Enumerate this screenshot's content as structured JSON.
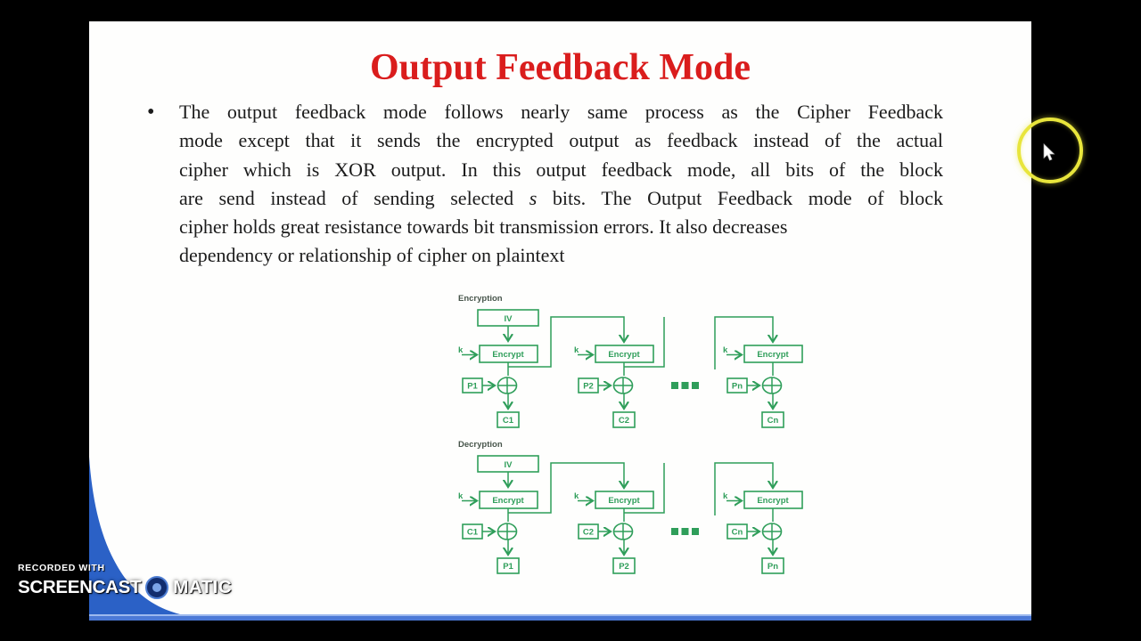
{
  "slide": {
    "title": "Output Feedback Mode",
    "bullet_glyph": "•",
    "body_lines": [
      "The output feedback mode follows nearly same process as the Cipher Feedback",
      "mode except that it sends the encrypted output as feedback instead of the actual",
      "cipher which is XOR output. In this output feedback mode, all bits of the block",
      {
        "pre": "are send instead of sending selected ",
        "italic": "s",
        "post": " bits. The Output Feedback mode of block"
      },
      "cipher holds great resistance towards bit transmission errors. It also decreases",
      "dependency or relationship of cipher on plaintext"
    ],
    "diagrams": {
      "encryption": {
        "label": "Encryption",
        "iv": "IV",
        "key": "k",
        "encrypt": "Encrypt",
        "ellipsis": "...",
        "stages": [
          {
            "input": "P1",
            "output": "C1"
          },
          {
            "input": "P2",
            "output": "C2"
          },
          {
            "input": "Pn",
            "output": "Cn"
          }
        ]
      },
      "decryption": {
        "label": "Decryption",
        "iv": "IV",
        "key": "k",
        "encrypt": "Encrypt",
        "ellipsis": "...",
        "stages": [
          {
            "input": "C1",
            "output": "P1"
          },
          {
            "input": "C2",
            "output": "P2"
          },
          {
            "input": "Cn",
            "output": "Pn"
          }
        ]
      }
    }
  },
  "watermark": {
    "recorded_with": "RECORDED WITH",
    "brand_left": "SCREENCAST",
    "brand_right": "MATIC",
    "logo_icon": "screencast-o-matic-ring-icon"
  },
  "cursor": {
    "icon": "arrow-pointer-icon",
    "highlight": "yellow-ring"
  },
  "colors": {
    "title_red": "#da1d1d",
    "text_black": "#1b1b1b",
    "diagram_green": "#2f9e5a",
    "diagram_label": "#47554b",
    "wedge_blue": "#2b61c6",
    "accent_line_blue": "#4c79d6",
    "highlight_yellow": "#e8e53c"
  }
}
